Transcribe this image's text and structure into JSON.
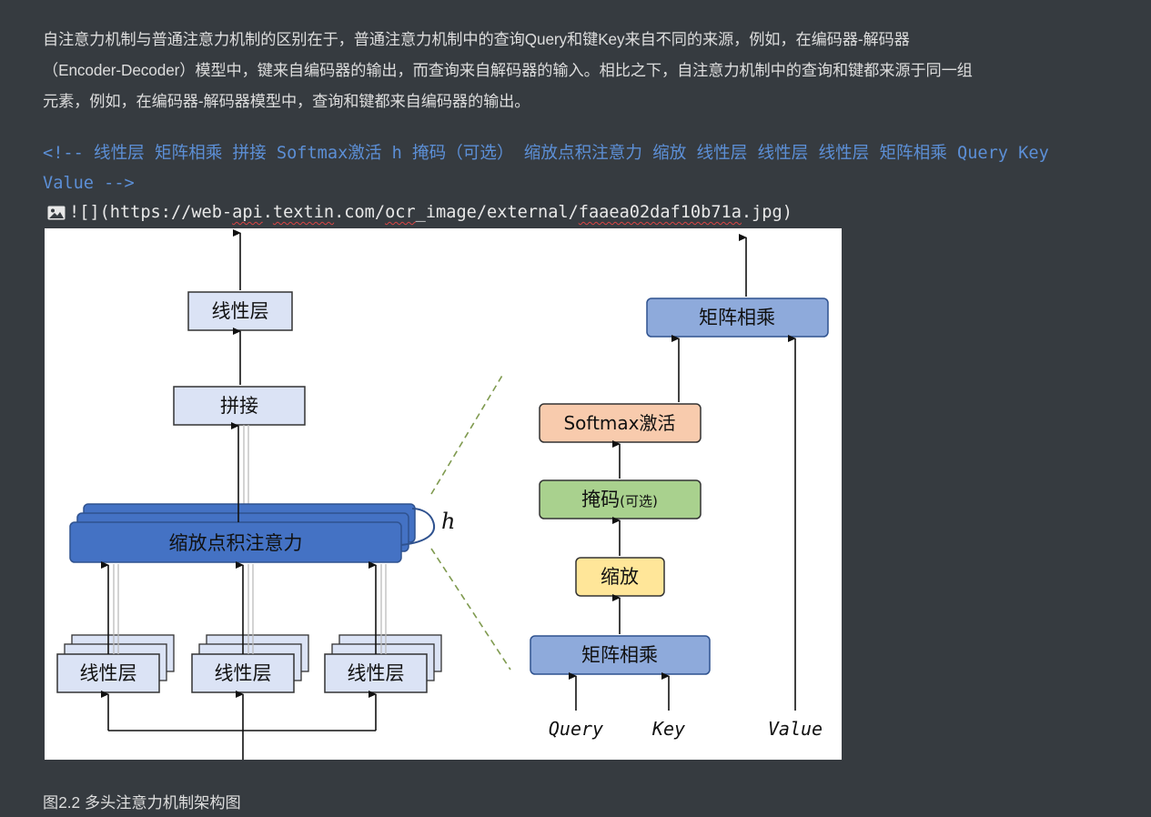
{
  "paragraph": {
    "lines": [
      "自注意力机制与普通注意力机制的区别在于，普通注意力机制中的查询Query和键Key来自不同的来源，例如，在编码器-解码器",
      "（Encoder-Decoder）模型中，键来自编码器的输出，而查询来自解码器的输入。相比之下，自注意力机制中的查询和键都来源于同一组",
      "元素，例如，在编码器-解码器模型中，查询和键都来自编码器的输出。"
    ]
  },
  "html_comment": {
    "line1": "<!-- 线性层 矩阵相乘 拼接 Softmax激活 h 掩码（可选） 缩放点积注意力 缩放 线性层 线性层 线性层 矩阵相乘 Query Key",
    "line2": "Value  -->"
  },
  "image_markdown": {
    "icon": "image-icon",
    "prefix": "![](",
    "url_part1": "https://web-",
    "url_part2": "api",
    "url_part3": ".",
    "url_part4": "textin",
    "url_part5": ".com/",
    "url_part6": "ocr",
    "url_part7": "_image/external/",
    "url_part8": "faaea02daf10b71a",
    "url_part9": ".jpg",
    "suffix": ")"
  },
  "figure": {
    "left": {
      "linear_top": "线性层",
      "concat": "拼接",
      "attention": "缩放点积注意力",
      "h_label": "h",
      "linear_bottom_1": "线性层",
      "linear_bottom_2": "线性层",
      "linear_bottom_3": "线性层"
    },
    "right": {
      "matmul_top": "矩阵相乘",
      "softmax": "Softmax激活",
      "mask": "掩码",
      "mask_optional": "(可选)",
      "scale": "缩放",
      "matmul_bottom": "矩阵相乘",
      "query": "Query",
      "key": "Key",
      "value": "Value"
    },
    "colors": {
      "light_box": "#dbe3f5",
      "dark_blue": "#4472c4",
      "mid_blue": "#8eaadb",
      "softmax": "#f8cbad",
      "mask": "#a9d18e",
      "scale": "#ffe699",
      "dashed": "#7f9a4f"
    }
  },
  "caption": "图2.2 多头注意力机制架构图"
}
